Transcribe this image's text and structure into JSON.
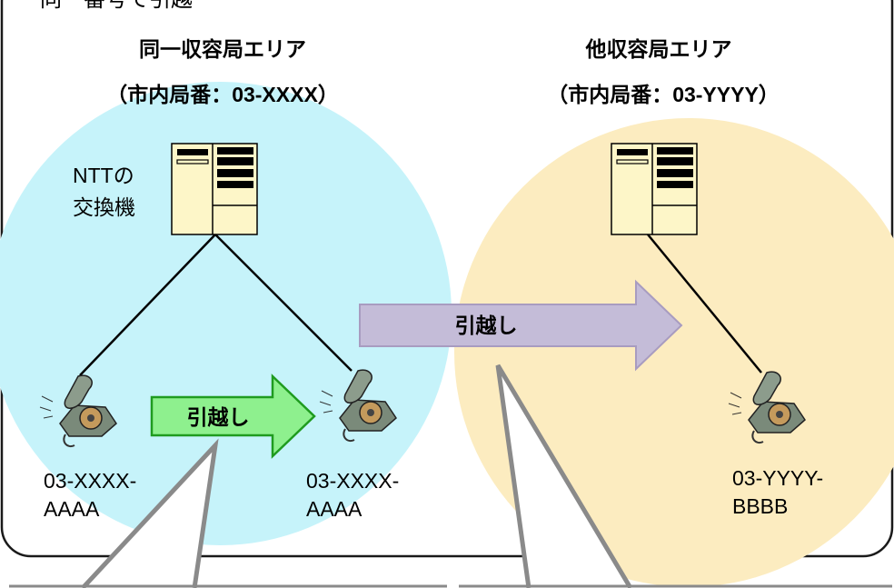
{
  "top_caption": "同一番号で引越",
  "same_area": {
    "title": "同一収容局エリア",
    "subtitle": "（市内局番：03-XXXX）",
    "exchange_label_line1": "NTTの",
    "exchange_label_line2": "交換機",
    "phone_before_line1": "03-XXXX-",
    "phone_before_line2": "AAAA",
    "phone_after_line1": "03-XXXX-",
    "phone_after_line2": "AAAA",
    "move_label": "引越し"
  },
  "other_area": {
    "title": "他収容局エリア",
    "subtitle": "（市内局番：03-YYYY）",
    "phone_line1": "03-YYYY-",
    "phone_line2": "BBBB",
    "move_label": "引越し"
  },
  "colors": {
    "same_area_fill": "#c6f3fa",
    "other_area_fill": "#fcecc0",
    "small_arrow_fill": "#8ef08e",
    "large_arrow_fill": "#c4bcd8",
    "exchange_fill": "#fdf6c8"
  }
}
